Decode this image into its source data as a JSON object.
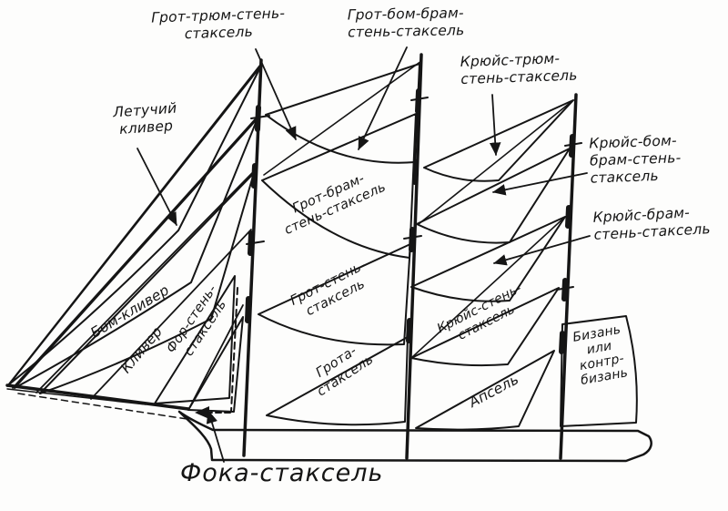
{
  "diagram": {
    "title_hint": "Схема косых парусов трёхмачтового судна",
    "ink_color": "#151515",
    "paper_color": "#fdfdfc",
    "labels": {
      "grot_tryum": "Грот-трюм-стень-\nстаксель",
      "grot_bom_bram": "Грот-бом-брам-\nстень-стаксель",
      "kryuys_tryum": "Крюйс-трюм-\nстень-стаксель",
      "kryuys_bom_bram": "Крюйс-бом-\nбрам-стень-\nстаксель",
      "kryuys_bram": "Крюйс-брам-\nстень-стаксель",
      "letuchiy_kliver": "Летучий\nкливер",
      "bom_kliver": "Бом-кливер",
      "kliver": "Кливер",
      "for_sten": "Фор-стень-\nстаксель",
      "grot_bram": "Грот-брам-\nстень-стаксель",
      "grot_sten": "Грот-стень-\nстаксель",
      "grota": "Грота-\nстаксель",
      "kryuys_sten": "Крюйс-стень-\nстаксель",
      "apsel": "Апсель",
      "bizan": "Бизань\nили\nконтр-\nбизань",
      "foka": "Фока-стаксель"
    }
  }
}
